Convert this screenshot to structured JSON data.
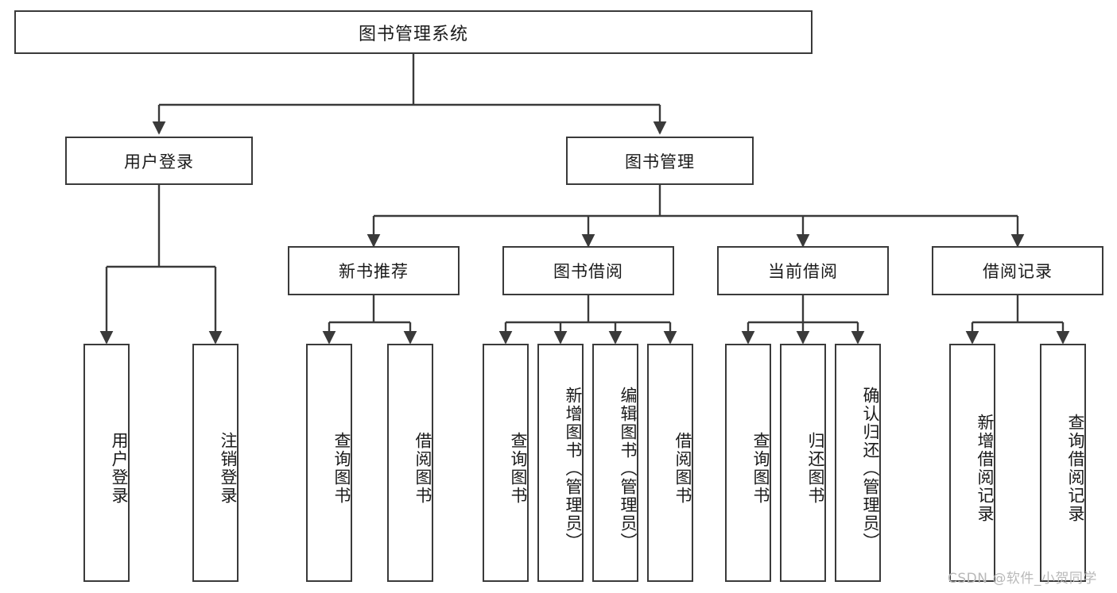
{
  "diagram": {
    "title_node": {
      "label": "图书管理系统"
    },
    "level1": [
      {
        "id": "user-login",
        "label": "用户登录"
      },
      {
        "id": "book-management",
        "label": "图书管理"
      }
    ],
    "level2": [
      {
        "id": "new-book-recommend",
        "label": "新书推荐"
      },
      {
        "id": "book-borrow",
        "label": "图书借阅"
      },
      {
        "id": "current-borrow",
        "label": "当前借阅"
      },
      {
        "id": "borrow-record",
        "label": "借阅记录"
      }
    ],
    "leaves": [
      {
        "id": "leaf-user-login",
        "label": "用户登录",
        "parent": "user-login"
      },
      {
        "id": "leaf-logout-login",
        "label": "注销登录",
        "parent": "user-login"
      },
      {
        "id": "leaf-query-book-1",
        "label": "查询图书",
        "parent": "new-book-recommend"
      },
      {
        "id": "leaf-borrow-book-1",
        "label": "借阅图书",
        "parent": "new-book-recommend"
      },
      {
        "id": "leaf-query-book-2",
        "label": "查询图书",
        "parent": "book-borrow"
      },
      {
        "id": "leaf-add-book",
        "label": "新增图书（管理员）",
        "parent": "book-borrow"
      },
      {
        "id": "leaf-edit-book",
        "label": "编辑图书（管理员）",
        "parent": "book-borrow"
      },
      {
        "id": "leaf-borrow-book-2",
        "label": "借阅图书",
        "parent": "book-borrow"
      },
      {
        "id": "leaf-query-book-3",
        "label": "查询图书",
        "parent": "current-borrow"
      },
      {
        "id": "leaf-return-book",
        "label": "归还图书",
        "parent": "current-borrow"
      },
      {
        "id": "leaf-confirm-return",
        "label": "确认归还（管理员）",
        "parent": "current-borrow"
      },
      {
        "id": "leaf-add-record",
        "label": "新增借阅记录",
        "parent": "borrow-record"
      },
      {
        "id": "leaf-query-record",
        "label": "查询借阅记录",
        "parent": "borrow-record"
      }
    ]
  },
  "watermark": {
    "text": "CSDN @软件_小贺同学"
  },
  "colors": {
    "border": "#3a3a3a",
    "text": "#1a1a1a",
    "background": "#ffffff",
    "watermark": "#b9b9b9"
  }
}
